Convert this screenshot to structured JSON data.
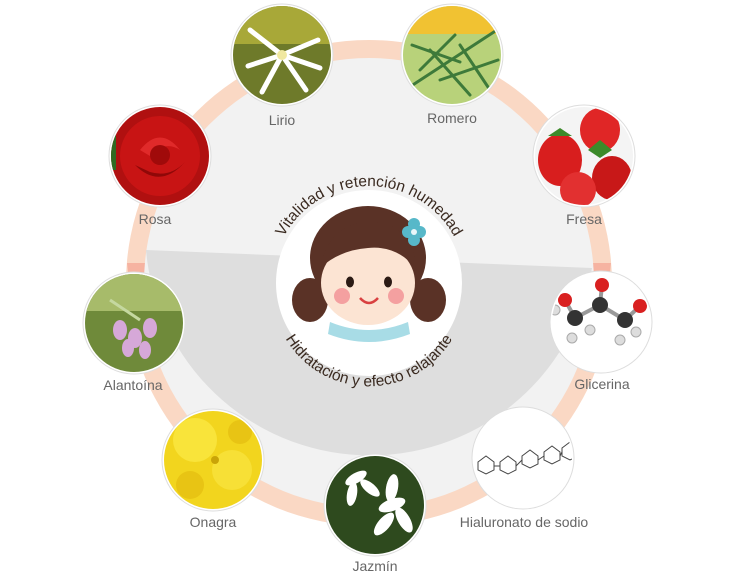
{
  "center": {
    "top_caption": "Vitalidad y retención humedad",
    "bottom_caption": "Hidratación y efecto relajante"
  },
  "ingredients": [
    {
      "id": "lirio",
      "label": "Lirio",
      "icon": "lily-flower-icon"
    },
    {
      "id": "romero",
      "label": "Romero",
      "icon": "rosemary-icon"
    },
    {
      "id": "fresa",
      "label": "Fresa",
      "icon": "strawberry-icon"
    },
    {
      "id": "glicerina",
      "label": "Glicerina",
      "icon": "glycerin-molecule-icon"
    },
    {
      "id": "hialuronato",
      "label": "Hialuronato de sodio",
      "icon": "hyaluronate-structure-icon"
    },
    {
      "id": "jazmin",
      "label": "Jazmín",
      "icon": "jasmine-flower-icon"
    },
    {
      "id": "onagra",
      "label": "Onagra",
      "icon": "evening-primrose-icon"
    },
    {
      "id": "alantoina",
      "label": "Alantoína",
      "icon": "comfrey-flower-icon"
    },
    {
      "id": "rosa",
      "label": "Rosa",
      "icon": "rose-icon"
    }
  ],
  "colors": {
    "ring_upper": "#fad8c4",
    "ring_lower": "#f6b3a1",
    "disc_upper": "#f2f2f2",
    "disc_lower": "#dcdcdc",
    "label_text": "#666666"
  }
}
